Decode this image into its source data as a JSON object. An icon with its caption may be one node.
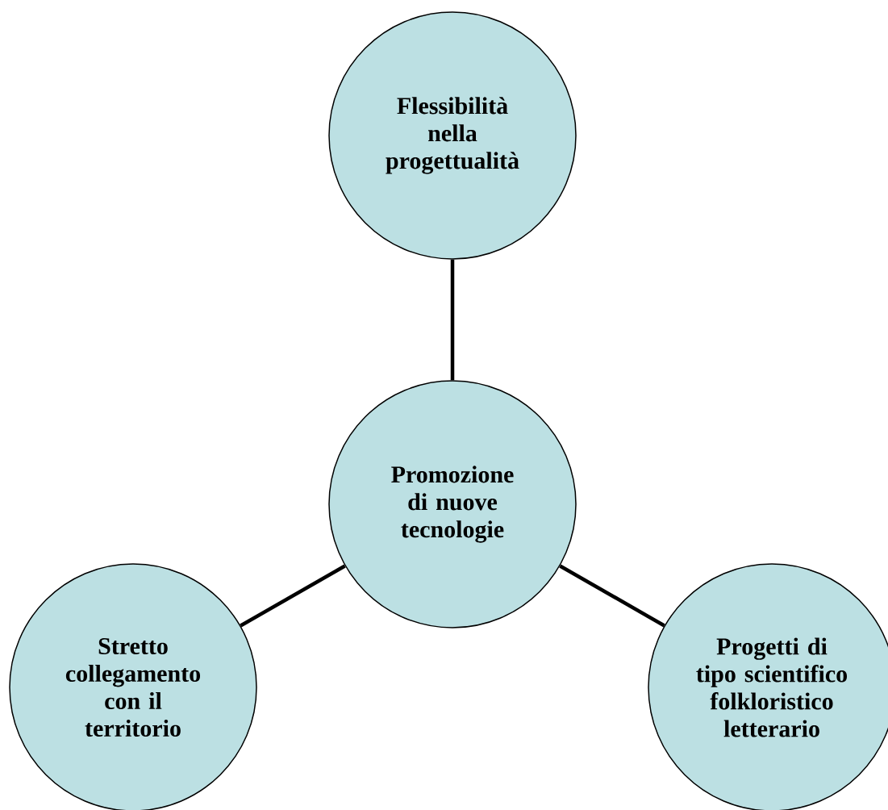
{
  "diagram": {
    "nodes": [
      {
        "text": [
          "Flessibilità nella progettualità"
        ]
      },
      {
        "text": [
          "Promozione di nuove tecnologie"
        ]
      },
      {
        "text": [
          "Stretto collegamento con il territorio"
        ]
      },
      {
        "text": [
          "Progetti di tipo scientifico folkloristico letterario"
        ]
      }
    ],
    "edges": [
      {
        "from": 1,
        "to": 0,
        "arrow": "none"
      },
      {
        "from": 1,
        "to": 2,
        "arrow": "none"
      },
      {
        "from": 1,
        "to": 3,
        "arrow": "none"
      }
    ]
  }
}
